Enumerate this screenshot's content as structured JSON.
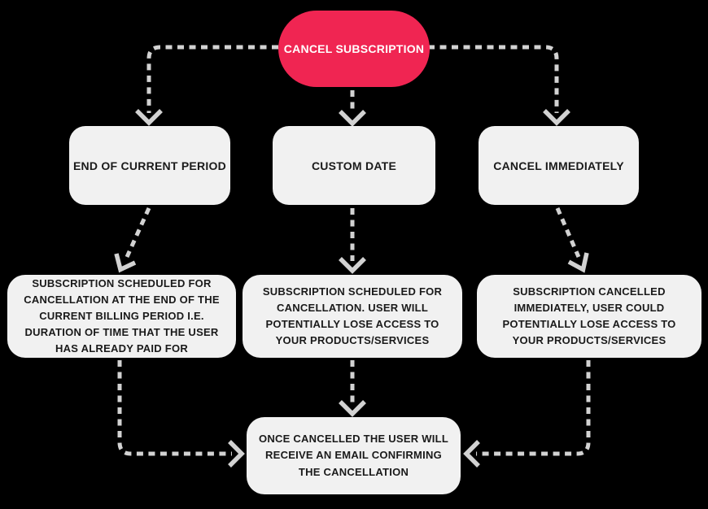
{
  "diagram": {
    "title_hint": "subscription cancellation flowchart",
    "colors": {
      "accent": "#F02552",
      "node_bg": "#F1F1F1",
      "node_text": "#1A1A1A",
      "root_text": "#FFFFFF",
      "arrow": "#D2D2D2",
      "background": "#000000"
    },
    "root": {
      "label": "CANCEL SUBSCRIPTION"
    },
    "options": [
      {
        "label": "END OF CURRENT PERIOD"
      },
      {
        "label": "CUSTOM DATE"
      },
      {
        "label": "CANCEL IMMEDIATELY"
      }
    ],
    "outcomes": [
      {
        "label": "SUBSCRIPTION SCHEDULED FOR CANCELLATION AT THE END OF THE CURRENT BILLING PERIOD I.E. DURATION OF TIME THAT THE USER HAS ALREADY PAID FOR"
      },
      {
        "label": "SUBSCRIPTION SCHEDULED FOR CANCELLATION. USER WILL POTENTIALLY LOSE ACCESS TO YOUR PRODUCTS/SERVICES"
      },
      {
        "label": "SUBSCRIPTION CANCELLED IMMEDIATELY, USER COULD POTENTIALLY LOSE ACCESS TO YOUR PRODUCTS/SERVICES"
      }
    ],
    "final": {
      "label": "ONCE CANCELLED THE USER WILL RECEIVE AN EMAIL CONFIRMING THE CANCELLATION"
    }
  }
}
